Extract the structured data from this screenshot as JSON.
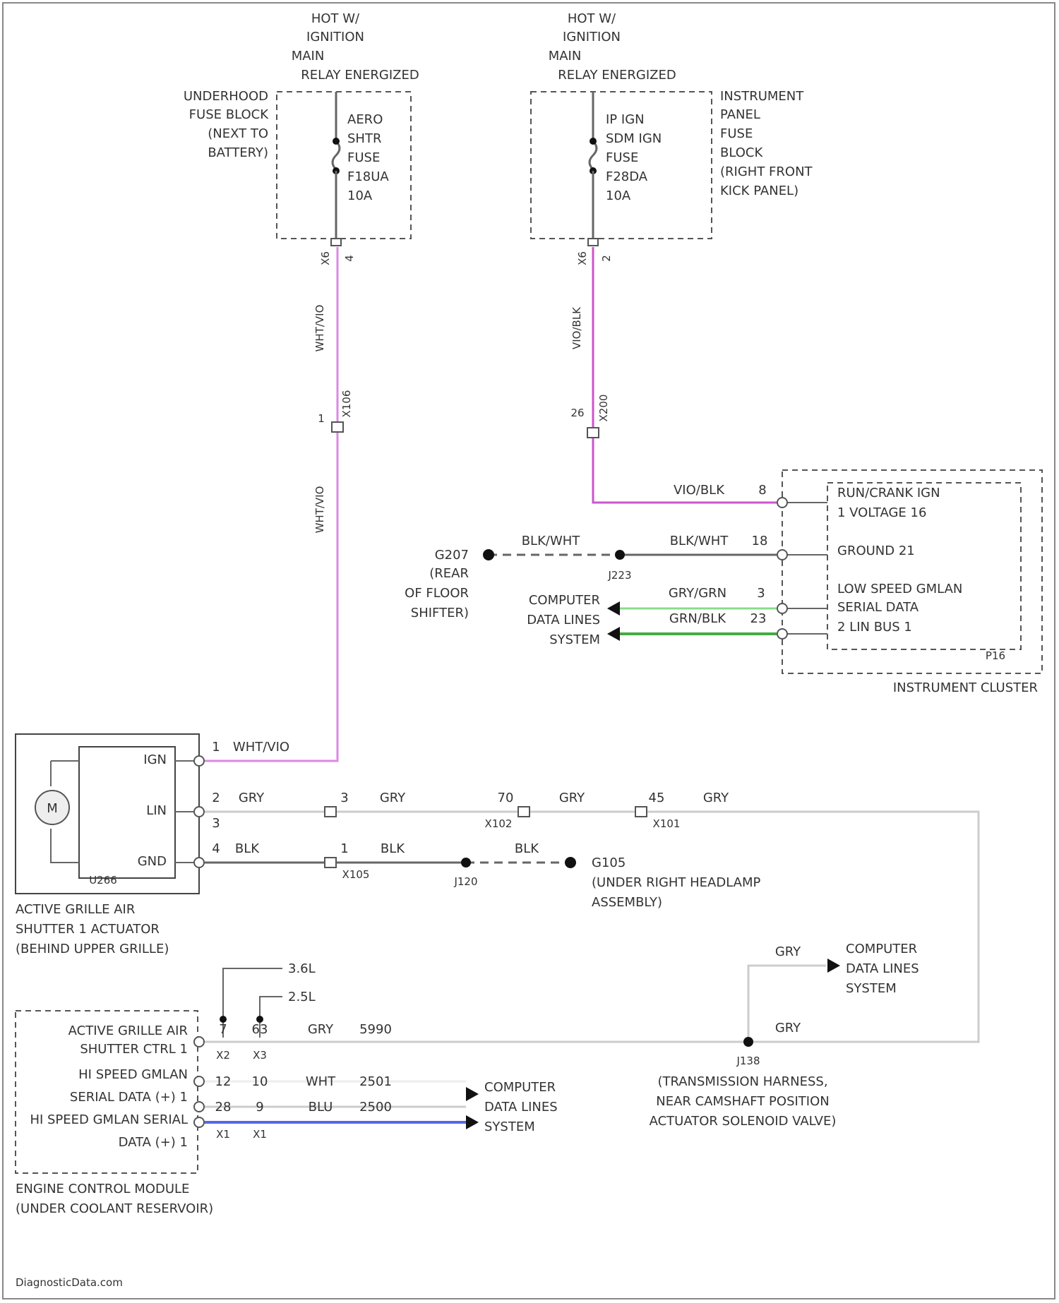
{
  "colors": {
    "wire_pink": "#dd88e6",
    "wire_magenta": "#cc55cc",
    "wire_gray": "#cccccc",
    "wire_dkgray": "#666666",
    "wire_green": "#44aa44",
    "wire_ltgreen": "#88dd88",
    "wire_blue": "#5566ee",
    "text": "#333333"
  },
  "icons": {
    "motor": "motor-icon",
    "arrow": "arrow-right-icon",
    "ground": "ground-icon"
  },
  "fuse1": {
    "hot": [
      "HOT W/",
      "IGNITION",
      "MAIN",
      "RELAY ENERGIZED"
    ],
    "block": [
      "UNDERHOOD",
      "FUSE BLOCK",
      "(NEXT TO",
      "BATTERY)"
    ],
    "fuse": [
      "AERO",
      "SHTR",
      "FUSE",
      "F18UA",
      "10A"
    ],
    "pins": [
      "X6",
      "4"
    ],
    "wire_top": "WHT/VIO",
    "wire_bottom": "WHT/VIO",
    "conn_pin": "1",
    "conn": "X106"
  },
  "fuse2": {
    "hot": [
      "HOT W/",
      "IGNITION",
      "MAIN",
      "RELAY ENERGIZED"
    ],
    "block": [
      "INSTRUMENT",
      "PANEL",
      "FUSE",
      "BLOCK",
      "(RIGHT FRONT",
      "KICK PANEL)"
    ],
    "fuse": [
      "IP IGN",
      "SDM IGN",
      "FUSE",
      "F28DA",
      "10A"
    ],
    "pins": [
      "X6",
      "2"
    ],
    "wire_top": "VIO/BLK",
    "conn_pin": "26",
    "conn": "X200"
  },
  "cluster": {
    "name": "INSTRUMENT CLUSTER",
    "code": "P16",
    "labels": [
      "RUN/CRANK IGN",
      "1 VOLTAGE 16",
      "GROUND 21",
      "LOW SPEED GMLAN",
      "SERIAL DATA",
      "2 LIN BUS 1"
    ],
    "wire_ign": "VIO/BLK",
    "pin_ign": "8",
    "wire_gnd": "BLK/WHT",
    "pin_gnd": "18",
    "wire_gnd2": "BLK/WHT",
    "splice_gnd": "J223",
    "ground": [
      "G207",
      "(REAR",
      "OF FLOOR",
      "SHIFTER)"
    ],
    "data_lines": [
      "COMPUTER",
      "DATA LINES",
      "SYSTEM"
    ],
    "wire_d1": "GRY/GRN",
    "pin_d1": "3",
    "wire_d2": "GRN/BLK",
    "pin_d2": "23"
  },
  "actuator": {
    "name": [
      "ACTIVE GRILLE AIR",
      "SHUTTER 1 ACTUATOR",
      "(BEHIND UPPER GRILLE)"
    ],
    "code": "U266",
    "motor": "M",
    "pins_labels": [
      "IGN",
      "LIN",
      "GND"
    ],
    "pin_ign": "1",
    "wire_ign": "WHT/VIO",
    "pin_lin": "2",
    "wire_lin": "GRY",
    "pin_lin2": "3",
    "pin_gnd": "4",
    "wire_gnd": "BLK"
  },
  "lin_run": {
    "c1_pin": "3",
    "c1_wire": "GRY",
    "c2_pin": "70",
    "c2_wire": "GRY",
    "c2": "X102",
    "c3_pin": "45",
    "c3_wire": "GRY",
    "c3": "X101"
  },
  "gnd_run": {
    "c1_pin": "1",
    "c1_wire": "BLK",
    "c1": "X105",
    "splice": "J120",
    "wire2": "BLK",
    "ground": [
      "G105",
      "(UNDER RIGHT HEADLAMP",
      "ASSEMBLY)"
    ]
  },
  "ecm": {
    "name": [
      "ENGINE CONTROL MODULE",
      "(UNDER COOLANT RESERVOIR)"
    ],
    "labels": [
      "ACTIVE GRILLE AIR",
      "SHUTTER CTRL 1",
      "HI SPEED GMLAN",
      "SERIAL DATA (+) 1",
      "HI SPEED GMLAN SERIAL",
      "DATA (+) 1"
    ],
    "engine_a": "3.6L",
    "engine_b": "2.5L",
    "row1": {
      "pa": "7",
      "pb": "63",
      "wire": "GRY",
      "circuit": "5990",
      "ca": "X2",
      "cb": "X3"
    },
    "row2": {
      "pa": "12",
      "pb": "10",
      "wire": "WHT",
      "circuit": "2501"
    },
    "row3": {
      "pa": "28",
      "pb": "9",
      "wire": "BLU",
      "circuit": "2500",
      "ca": "X1",
      "cb": "X1"
    },
    "data_lines": [
      "COMPUTER",
      "DATA LINES",
      "SYSTEM"
    ]
  },
  "junction": {
    "wire_up": "GRY",
    "wire_left": "GRY",
    "splice": "J138",
    "desc": [
      "(TRANSMISSION HARNESS,",
      "NEAR CAMSHAFT POSITION",
      "ACTUATOR SOLENOID VALVE)"
    ],
    "data_lines": [
      "COMPUTER",
      "DATA LINES",
      "SYSTEM"
    ]
  },
  "footer": "DiagnosticData.com"
}
